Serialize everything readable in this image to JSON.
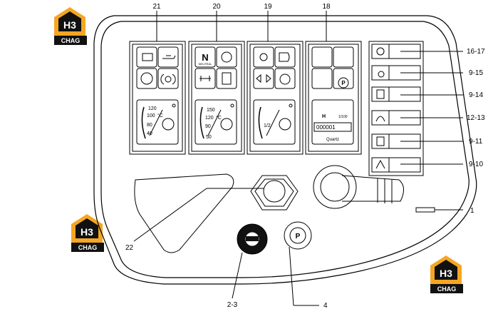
{
  "logo": {
    "brand": "CHAG",
    "mark": "H3"
  },
  "callouts": {
    "c21": "21",
    "c20": "20",
    "c19": "19",
    "c18": "18",
    "c1617": "16-17",
    "c915": "9-15",
    "c914": "9-14",
    "c1213": "12-13",
    "c911": "9-11",
    "c910": "9-10",
    "c1": "1",
    "c22": "22",
    "c23": "2-3",
    "c4": "4"
  },
  "gauges": {
    "g21": {
      "t1": "120",
      "t2": "100",
      "unit": "°C",
      "t3": "80",
      "t4": "40"
    },
    "g20": {
      "t1": "150",
      "t2": "120",
      "unit": "°C",
      "t3": "90",
      "t4": "50"
    },
    "g19": {
      "t1": "1/2"
    }
  },
  "indicators": {
    "neutral": "N",
    "neutral_sub": "NEUTRAL",
    "park": "P"
  },
  "hourmeter": {
    "digits": "000001",
    "scale": "1/100",
    "brand": "Quartz",
    "icon_letter": "H"
  },
  "colors": {
    "line": "#000000",
    "panel_fill": "#ffffff",
    "logo_orange": "#f5a623",
    "logo_dark": "#111111"
  }
}
